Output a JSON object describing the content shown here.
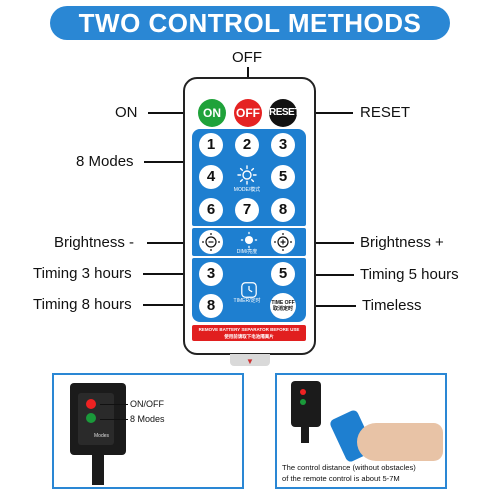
{
  "banner": {
    "title": "TWO CONTROL METHODS"
  },
  "callouts": {
    "off": "OFF",
    "on": "ON",
    "reset": "RESET",
    "modes": "8 Modes",
    "brightness_down": "Brightness -",
    "brightness_up": "Brightness +",
    "timing3": "Timing 3 hours",
    "timing5": "Timing 5 hours",
    "timing8": "Timing 8 hours",
    "timeless": "Timeless"
  },
  "remote": {
    "on_button": "ON",
    "off_button": "OFF",
    "reset_button": "RESET",
    "mode_buttons": [
      "1",
      "2",
      "3",
      "4",
      "5",
      "6",
      "7",
      "8"
    ],
    "mode_label": "MODE/模式",
    "dim_label": "DIM/亮度",
    "timer_buttons": [
      "3",
      "5",
      "8"
    ],
    "timer_label": "TIMER/定时",
    "timeoff_line1": "TIME OFF",
    "timeoff_line2": "取消定时",
    "warning_line1": "REMOVE BATTERY SEPARATOR BEFORE USE",
    "warning_line2": "使用前请取下电池隔离片",
    "colors": {
      "panel": "#1e7fd0",
      "on": "#1fa23a",
      "off": "#e52222",
      "reset": "#111111",
      "warning": "#e11f1f"
    }
  },
  "photo_left": {
    "on_off_label": "ON/OFF",
    "modes_label": "8 Modes",
    "box_text": "Modes"
  },
  "photo_right": {
    "caption_line1": "The control distance (without obstacles)",
    "caption_line2": "of the remote control is about 5-7M"
  },
  "icons": {
    "mode": "sun-icon",
    "dim": "brightness-icon",
    "brightness_down": "sun-minus-icon",
    "brightness_up": "sun-plus-icon",
    "timer": "clock-icon"
  },
  "accent_color": "#2a87d4"
}
